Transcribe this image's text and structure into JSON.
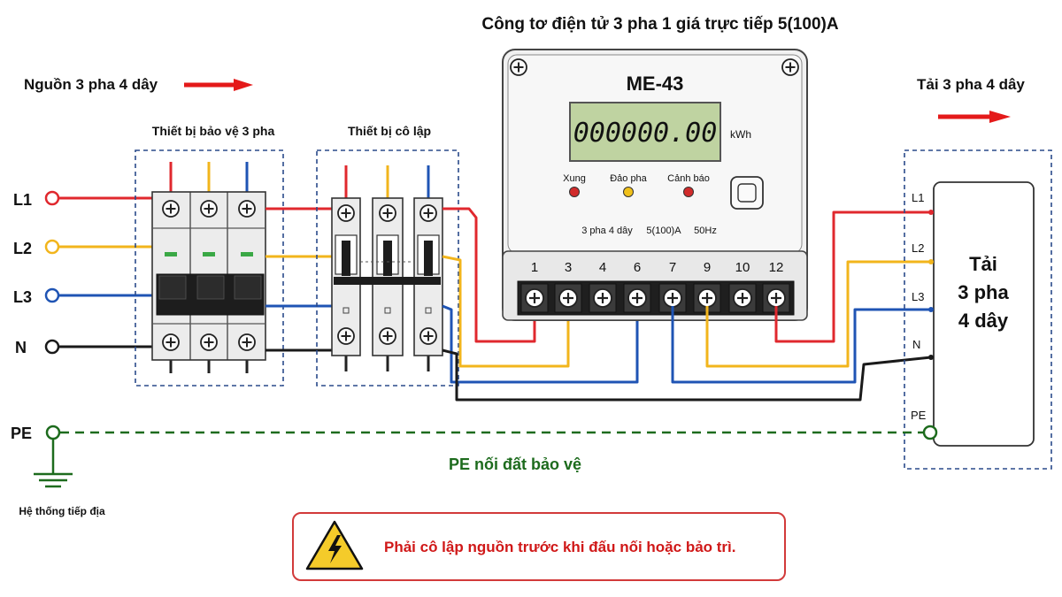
{
  "title": "Công tơ điện tử 3 pha 1 giá trực tiếp 5(100)A",
  "source": {
    "label": "Nguồn 3 pha 4 dây"
  },
  "load": {
    "label": "Tải 3 pha 4 dây",
    "box_lines": [
      "Tải",
      "3 pha",
      "4 dây"
    ]
  },
  "terminals": {
    "l1": "L1",
    "l2": "L2",
    "l3": "L3",
    "n": "N",
    "pe": "PE"
  },
  "breaker": {
    "label": "Thiết bị bảo vệ 3 pha"
  },
  "isolator": {
    "label": "Thiết bị cô lập"
  },
  "meter": {
    "model": "ME-43",
    "display": "000000.00",
    "unit": "kWh",
    "indicators": [
      "Xung",
      "Đảo pha",
      "Cảnh báo"
    ],
    "spec": [
      "3 pha 4 dây",
      "5(100)A",
      "50Hz"
    ],
    "terminals": [
      "1",
      "3",
      "4",
      "6",
      "7",
      "9",
      "10",
      "12"
    ]
  },
  "pe_label": "PE nối đất bảo vệ",
  "ground_label": "Hệ thống tiếp địa",
  "warning": "Phải cô lập nguồn trước khi đấu nối hoặc bảo trì.",
  "colors": {
    "l1": "#e0282e",
    "l2": "#f2b51c",
    "l3": "#1f54b4",
    "n": "#1a1a1a",
    "pe": "#1d6b1d",
    "arrow": "#e41a1a",
    "dashed_box": "#2a4a8a",
    "warning_border": "#d23a3a",
    "warning_text": "#d01818",
    "lcd": "#bfd3a1"
  }
}
